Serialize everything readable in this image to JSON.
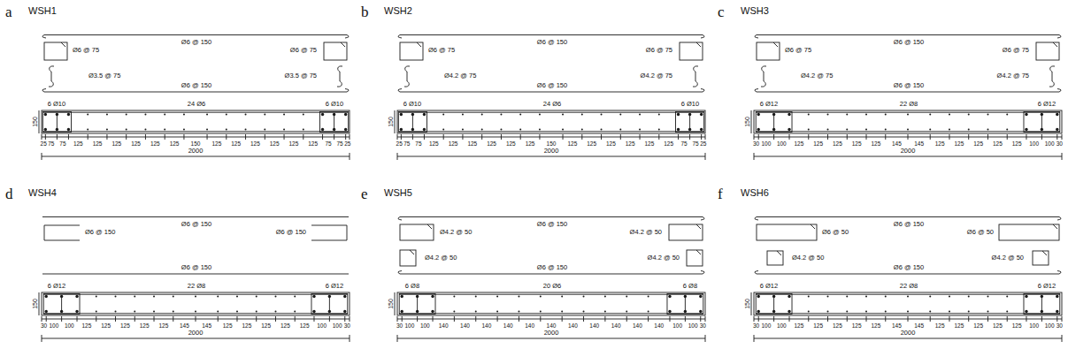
{
  "diagram": {
    "labels": [
      "a",
      "WSH1",
      "Ø6 @ 150",
      "Ø6 @ 75",
      "Ø6 @ 75",
      "Ø3.5 @ 75",
      "Ø3.5 @ 75",
      "Ø6 @ 150",
      "6 Ø10",
      "24 Ø6",
      "6 Ø10",
      "150",
      "25",
      "75",
      "75",
      "125",
      "125",
      "125",
      "125",
      "125",
      "125",
      "150",
      "125",
      "125",
      "125",
      "125",
      "125",
      "125",
      "75",
      "75",
      "25",
      "2000",
      "b",
      "WSH2",
      "Ø6 @ 150",
      "Ø6 @ 75",
      "Ø6 @ 75",
      "Ø4.2 @ 75",
      "Ø4.2 @ 75",
      "Ø6 @ 150",
      "6 Ø10",
      "24 Ø6",
      "6 Ø10",
      "150",
      "25",
      "75",
      "75",
      "125",
      "125",
      "125",
      "125",
      "125",
      "125",
      "150",
      "125",
      "125",
      "125",
      "125",
      "125",
      "125",
      "75",
      "75",
      "25",
      "2000",
      "c",
      "WSH3",
      "Ø6 @ 150",
      "Ø6 @ 75",
      "Ø6 @ 75",
      "Ø4.2 @ 75",
      "Ø4.2 @ 75",
      "Ø6 @ 150",
      "6 Ø12",
      "22 Ø8",
      "6 Ø12",
      "150",
      "30",
      "100",
      "100",
      "125",
      "125",
      "125",
      "125",
      "125",
      "145",
      "145",
      "125",
      "125",
      "125",
      "125",
      "125",
      "100",
      "100",
      "30",
      "2000",
      "d",
      "WSH4",
      "Ø6 @ 150",
      "Ø6 @ 150",
      "Ø6 @ 150",
      "Ø6 @ 150",
      "6 Ø12",
      "22 Ø8",
      "6 Ø12",
      "150",
      "30",
      "100",
      "100",
      "125",
      "125",
      "125",
      "125",
      "125",
      "145",
      "145",
      "125",
      "125",
      "125",
      "125",
      "125",
      "100",
      "100",
      "30",
      "2000",
      "e",
      "WSH5",
      "Ø6 @ 150",
      "Ø4.2 @ 50",
      "Ø4.2 @ 50",
      "Ø4.2 @ 50",
      "Ø4.2 @ 50",
      "Ø6 @ 150",
      "6 Ø8",
      "20 Ø6",
      "6 Ø8",
      "150",
      "30",
      "100",
      "100",
      "140",
      "140",
      "140",
      "140",
      "140",
      "140",
      "140",
      "140",
      "140",
      "140",
      "140",
      "100",
      "100",
      "30",
      "2000",
      "f",
      "WSH6",
      "Ø6 @ 150",
      "Ø6 @ 50",
      "Ø6 @ 50",
      "Ø4.2 @ 50",
      "Ø4.2 @ 50",
      "Ø6 @ 150",
      "6 Ø12",
      "22 Ø8",
      "6 Ø12",
      "150",
      "30",
      "100",
      "100",
      "125",
      "125",
      "125",
      "125",
      "125",
      "145",
      "145",
      "125",
      "125",
      "125",
      "125",
      "125",
      "100",
      "100",
      "30",
      "2000"
    ]
  }
}
